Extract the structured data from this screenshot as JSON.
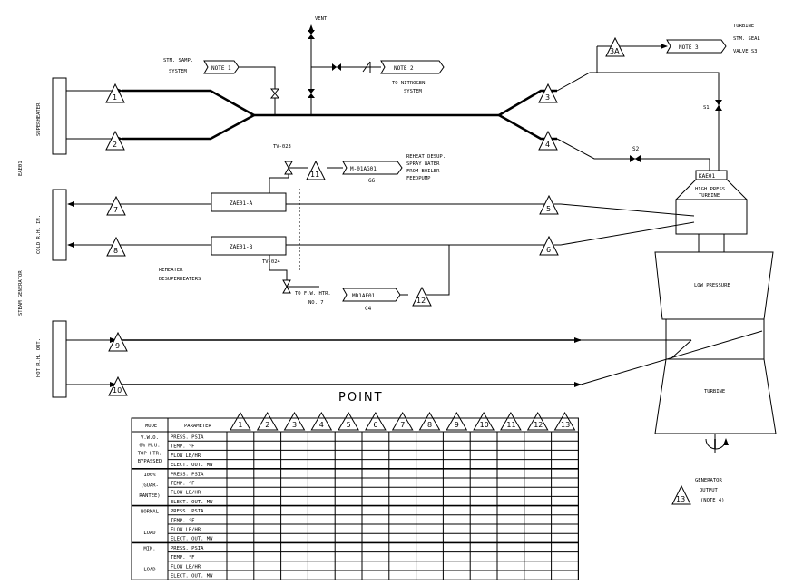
{
  "labels": {
    "vent": "VENT",
    "stm_samp_1": "STM. SAMP.",
    "stm_samp_2": "SYSTEM",
    "note1": "NOTE 1",
    "note2": "NOTE 2",
    "note3": "NOTE 3",
    "to_nitrogen_1": "TO  NITROGEN",
    "to_nitrogen_2": "SYSTEM",
    "turbine_seal_1": "TURBINE",
    "turbine_seal_2": "STM. SEAL",
    "turbine_seal_3": "VALVE S3",
    "s1": "S1",
    "s2": "S2",
    "superheater": "SUPERHEATER",
    "eae01": "EAE01",
    "cold_rh_in": "COLD R.H. IN.",
    "steam_generator": "STEAM GENERATOR",
    "hot_rh_out": "HOT R.H. OUT.",
    "tv023": "TV-023",
    "tv024": "TV-024",
    "reheat_desup_1": "REHEAT DESUP.",
    "reheat_desup_2": "SPRAY WATER",
    "reheat_desup_3": "FROM BOILER",
    "reheat_desup_4": "FEEDPUMP",
    "m01ag01": "M-01AG01",
    "g6": "G6",
    "zae01a": "ZAE01-A",
    "zae01b": "ZAE01-B",
    "reheater_desup_1": "REHEATER",
    "reheater_desup_2": "DESUPERHEATERS",
    "to_fw_htr_1": "TO  F.W. HTR.",
    "to_fw_htr_2": "NO. 7",
    "md1af01": "MD1AF01",
    "c4": "C4",
    "kae01": "KAE01",
    "hp_turbine_1": "HIGH PRESS.",
    "hp_turbine_2": "TURBINE",
    "low_pressure": "LOW PRESSURE",
    "turbine": "TURBINE",
    "gen_output_1": "GENERATOR",
    "gen_output_2": "OUTPUT",
    "gen_output_3": "(NOTE 4)",
    "point_title": "POINT"
  },
  "markers": [
    "1",
    "2",
    "3",
    "3A",
    "4",
    "5",
    "6",
    "7",
    "8",
    "9",
    "10",
    "11",
    "12",
    "13"
  ],
  "table": {
    "header_mode": "MODE",
    "header_parameter": "PARAMETER",
    "points": [
      "1",
      "2",
      "3",
      "4",
      "5",
      "6",
      "7",
      "8",
      "9",
      "10",
      "11",
      "12",
      "13"
    ],
    "modes": [
      {
        "lines": [
          "V.W.O.",
          "0% M.U.",
          "TOP HTR.",
          "BYPASSED"
        ],
        "params": [
          "PRESS. PSIA",
          "TEMP. °F",
          "FLOW LB/HR",
          "ELECT. OUT. MW"
        ]
      },
      {
        "lines": [
          "100%",
          "(GUAR-",
          "RANTEE)"
        ],
        "params": [
          "PRESS. PSIA",
          "TEMP. °F",
          "FLOW LB/HR",
          "ELECT. OUT. MW"
        ]
      },
      {
        "lines": [
          "NORMAL",
          "",
          "LOAD"
        ],
        "params": [
          "PRESS. PSIA",
          "TEMP. °F",
          "FLOW LB/HR",
          "ELECT. OUT. MW"
        ]
      },
      {
        "lines": [
          "MIN.",
          "",
          "LOAD"
        ],
        "params": [
          "PRESS. PSIA",
          "TEMP. °F",
          "FLOW LB/HR",
          "ELECT. OUT. MW"
        ]
      }
    ]
  }
}
